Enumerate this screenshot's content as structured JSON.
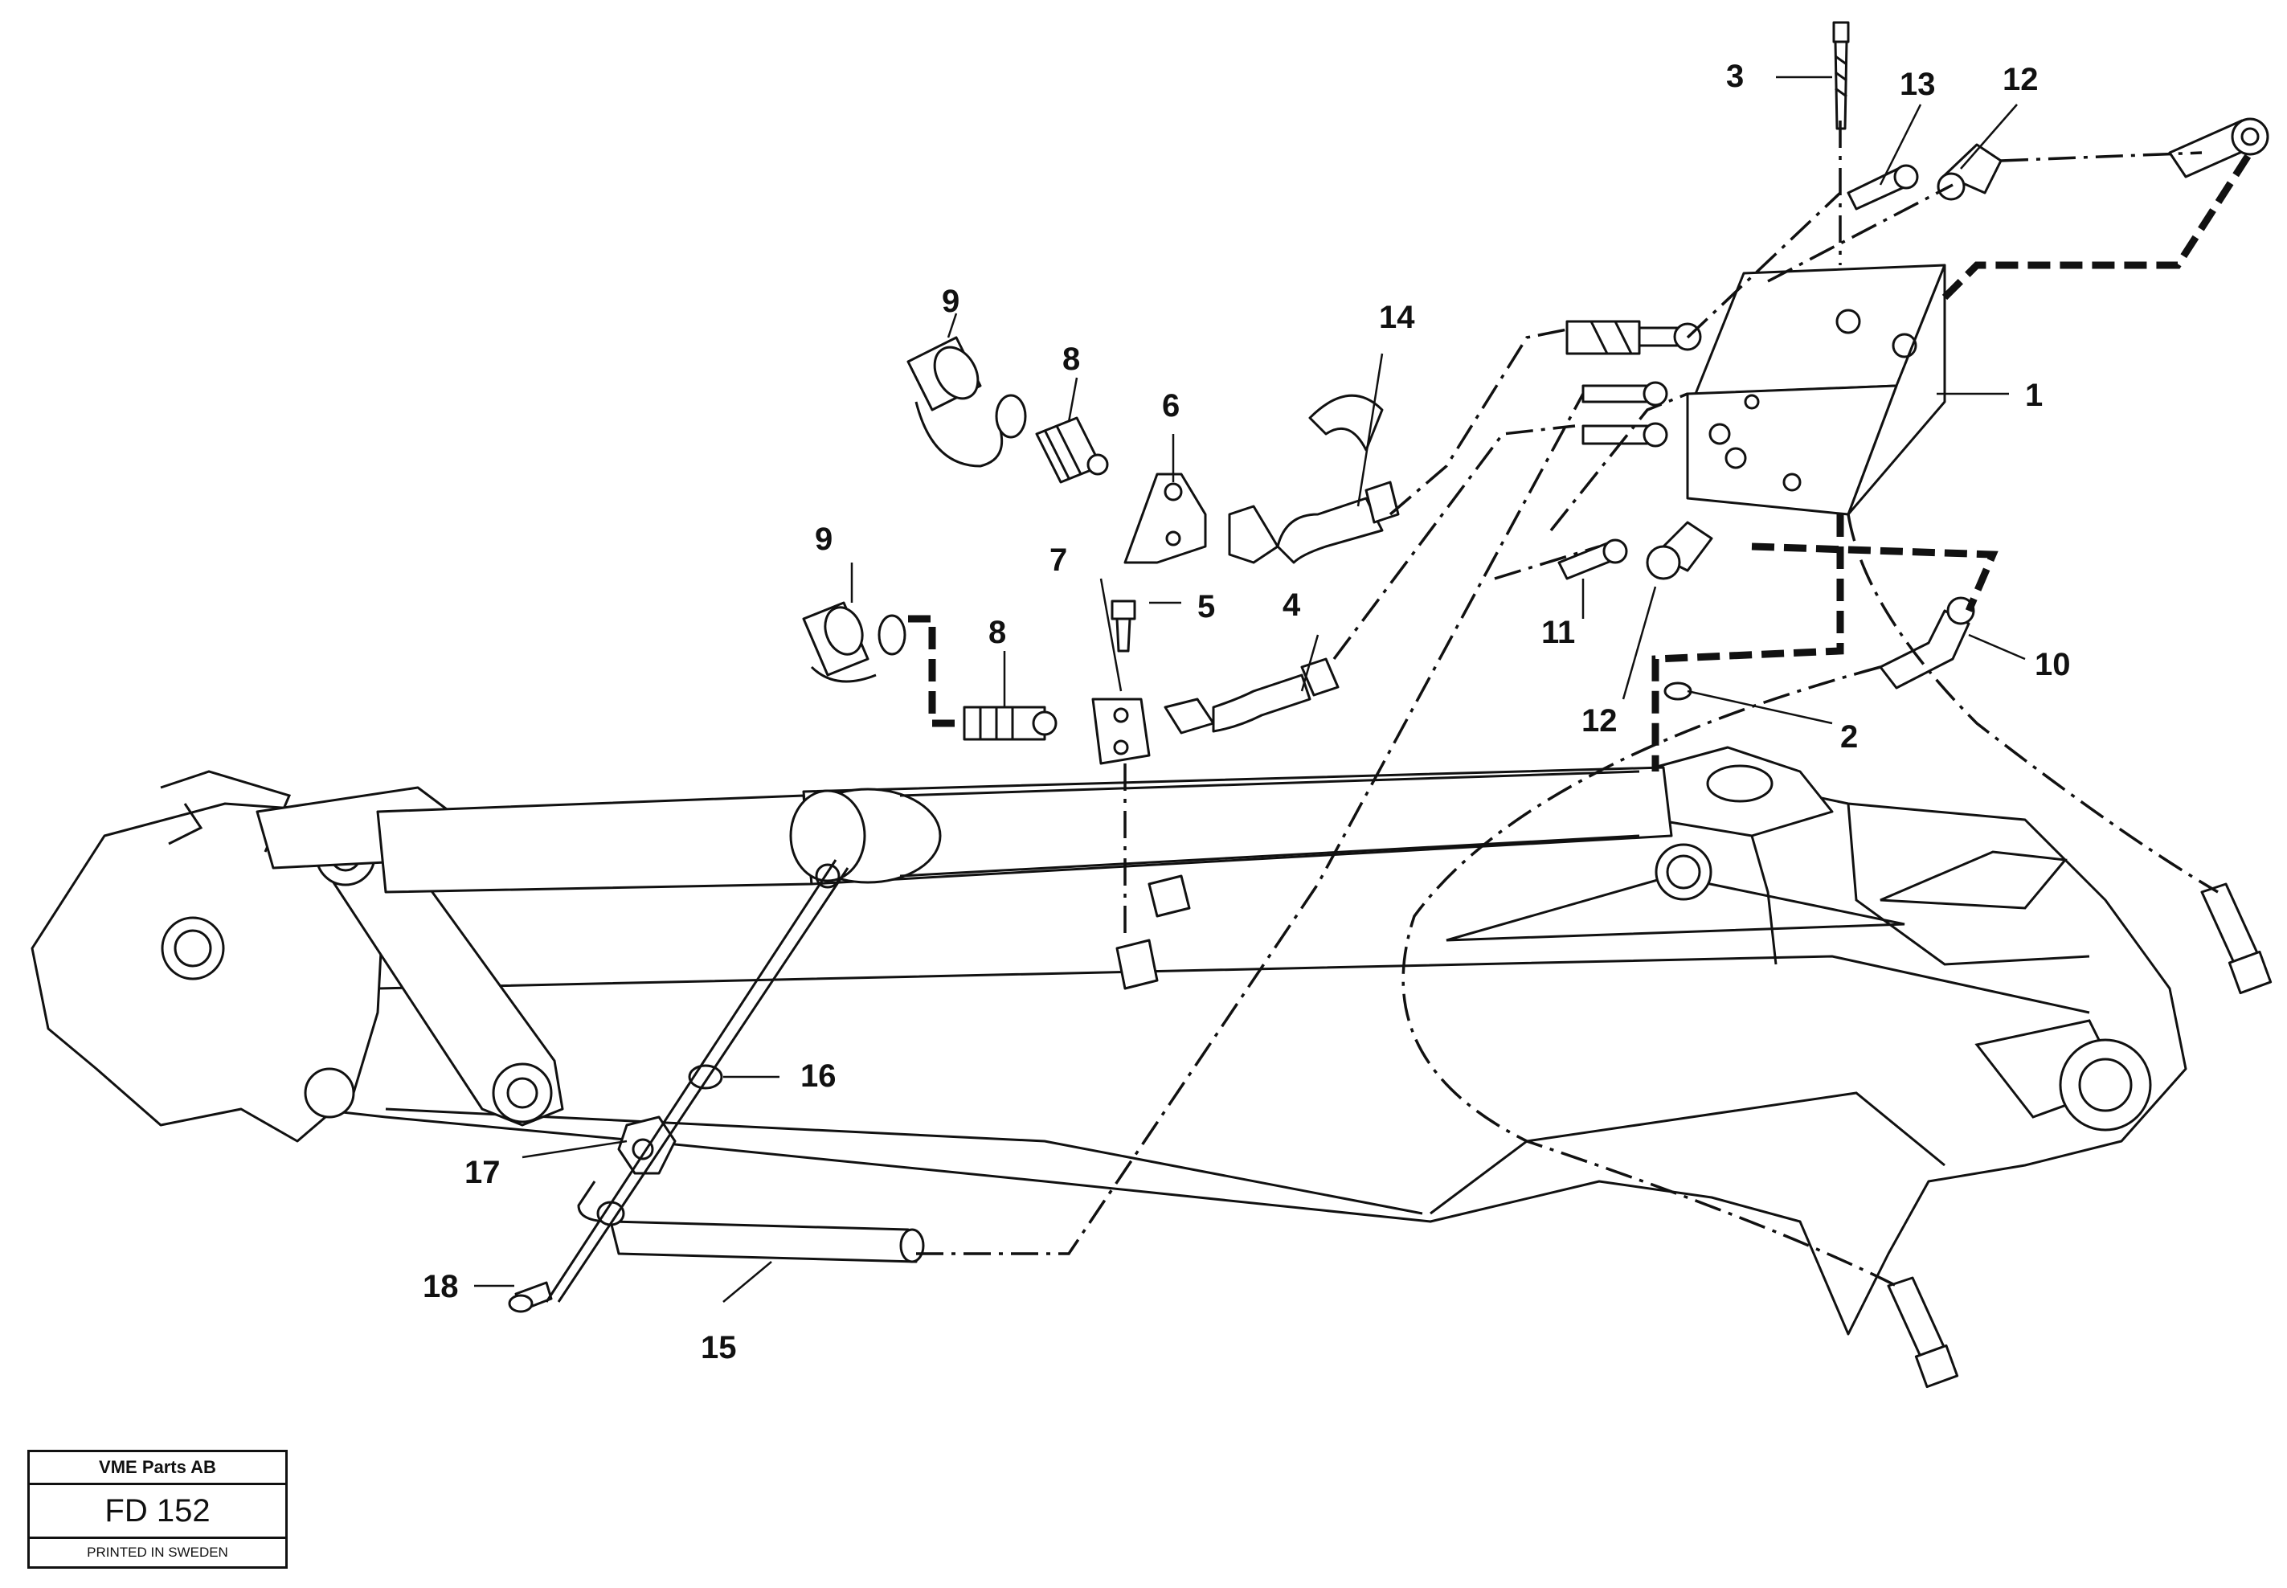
{
  "diagram": {
    "callouts": [
      {
        "id": "1",
        "label": "1"
      },
      {
        "id": "2",
        "label": "2"
      },
      {
        "id": "3",
        "label": "3"
      },
      {
        "id": "4",
        "label": "4"
      },
      {
        "id": "5",
        "label": "5"
      },
      {
        "id": "6",
        "label": "6"
      },
      {
        "id": "7",
        "label": "7"
      },
      {
        "id": "8a",
        "label": "8"
      },
      {
        "id": "8b",
        "label": "8"
      },
      {
        "id": "9a",
        "label": "9"
      },
      {
        "id": "9b",
        "label": "9"
      },
      {
        "id": "10",
        "label": "10"
      },
      {
        "id": "11",
        "label": "11"
      },
      {
        "id": "12a",
        "label": "12"
      },
      {
        "id": "12b",
        "label": "12"
      },
      {
        "id": "13",
        "label": "13"
      },
      {
        "id": "14",
        "label": "14"
      },
      {
        "id": "15",
        "label": "15"
      },
      {
        "id": "16",
        "label": "16"
      },
      {
        "id": "17",
        "label": "17"
      },
      {
        "id": "18",
        "label": "18"
      }
    ]
  },
  "title_block": {
    "company": "VME Parts AB",
    "drawing_number": "FD 152",
    "printed": "PRINTED IN SWEDEN"
  }
}
